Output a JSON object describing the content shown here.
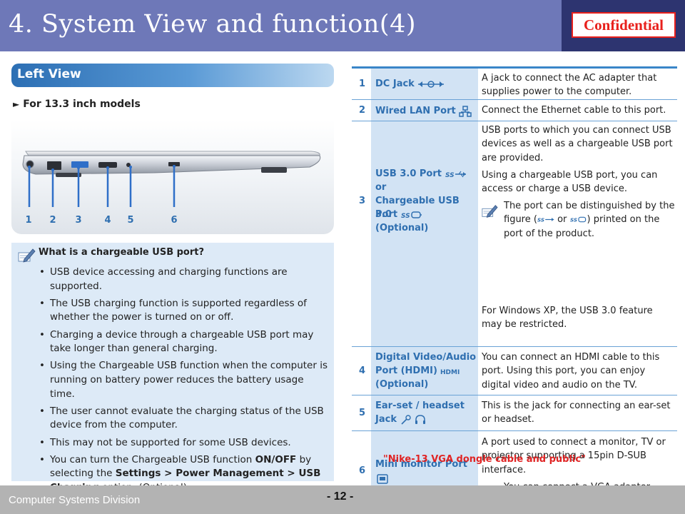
{
  "header": {
    "title": "4. System View and function(4)",
    "confidential": "Confidential"
  },
  "left": {
    "banner": "Left View",
    "model_line": "For 13.3 inch models",
    "port_numbers": [
      "1",
      "2",
      "3",
      "4",
      "5",
      "6"
    ],
    "note": {
      "question": "What is a chargeable USB port?",
      "bullets": [
        "USB device accessing and charging functions are supported.",
        "The USB charging function is supported regardless of whether the power is turned on or off.",
        "Charging a device through a chargeable USB port may take longer than general charging.",
        "Using the Chargeable USB function when the computer is running on battery power reduces the battery usage time.",
        "The user cannot evaluate the charging status of the USB device from the computer.",
        "This may not be supported for some USB devices."
      ],
      "last_bullet": {
        "a": "You can turn the Chargeable USB function ",
        "b": "ON/OFF",
        "c": " by selecting the ",
        "d": "Settings",
        "e": " > ",
        "f": "Power Management",
        "g": " > ",
        "h": "USB Charging",
        "i": " option. (Optional)"
      }
    }
  },
  "table": {
    "rows": [
      {
        "num": "1",
        "name": "DC Jack",
        "desc": "A jack to connect the AC adapter that supplies power to the computer."
      },
      {
        "num": "2",
        "name": "Wired LAN Port",
        "desc": "Connect the Ethernet cable to this port."
      },
      {
        "num": "3",
        "name_lines": [
          "USB 3.0 Port",
          "or",
          "Chargeable USB 3.0",
          "Port",
          "(Optional)"
        ],
        "desc1": "USB ports to which you can connect USB devices as well as a chargeable USB port are provided.",
        "desc2": "Using a chargeable USB port, you can access or charge a USB device.",
        "desc3a": "The port can be distinguished by the figure (",
        "desc3b": " or ",
        "desc3c": ") printed on the port of the product.",
        "desc4": "For Windows XP, the USB 3.0 feature may be restricted."
      },
      {
        "num": "4",
        "name_lines": [
          "Digital Video/Audio",
          "Port (HDMI)",
          "(Optional)"
        ],
        "desc": "You can connect an HDMI cable to this port. Using this port, you can enjoy digital video and audio on the TV."
      },
      {
        "num": "5",
        "name_lines": [
          "Ear-set / headset",
          "Jack"
        ],
        "desc": "This is the jack for connecting an ear-set or headset."
      },
      {
        "num": "6",
        "name": "Mini monitor Port",
        "desc": "A port used to connect a monitor, TV or projector supporting a 15pin D-SUB interface.",
        "desc_note": "You can connect a VGA adapter (optional)."
      }
    ]
  },
  "nike_note": "\"Nike-13 VGA dongle cable and public\"",
  "footer": {
    "division": "Computer Systems  Division",
    "page": "- 12 -"
  },
  "colors": {
    "header_bg": "#6e78b8",
    "header_dark": "#2d3470",
    "confidential_red": "#e8201c",
    "banner_blue": "#2c6fb4",
    "table_label_bg": "#d2e3f4",
    "table_text_blue": "#2f6fb0",
    "note_bg": "#ddeaf7",
    "nike_red": "#e02424",
    "footer_bg": "#b3b3b3"
  }
}
